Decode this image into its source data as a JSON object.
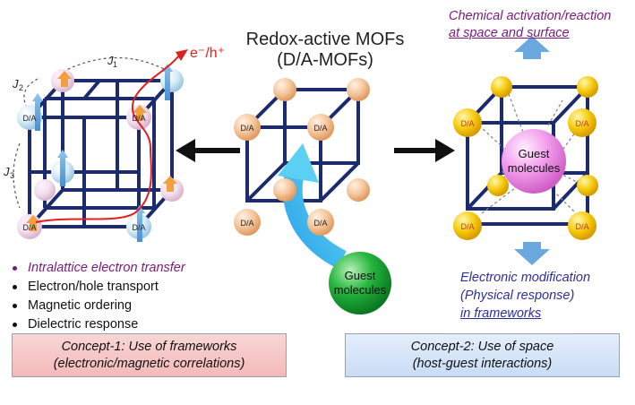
{
  "title": {
    "line1": "Redox-active MOFs",
    "line2": "(D/A-MOFs)"
  },
  "top_right": {
    "line1": "Chemical activation/reaction",
    "line2": "at space and surface"
  },
  "left_labels": {
    "e_h": "e⁻/h⁺",
    "j1": "J",
    "j1_sub": "1",
    "j2": "J",
    "j2_sub": "2",
    "j3": "J",
    "j3_sub": "3",
    "da": "D/A"
  },
  "center_node_label": "D/A",
  "guest_center": {
    "line1": "Guest",
    "line2": "molecules"
  },
  "guest_right": {
    "line1": "Guest",
    "line2": "molecules"
  },
  "bullets": [
    "Intralattice electron transfer",
    "Electron/hole transport",
    "Magnetic ordering",
    "Dielectric response"
  ],
  "right_text": {
    "line1": "Electronic modification",
    "line2": "(Physical response)",
    "line3": "in frameworks"
  },
  "concept1": {
    "line1": "Concept-1: Use of frameworks",
    "line2": "(electronic/magnetic correlations)"
  },
  "concept2": {
    "line1": "Concept-2: Use of space",
    "line2": "(host-guest interactions)"
  },
  "colors": {
    "frame": "#1c2a6e",
    "node_center": "#f2b98a",
    "node_right": "#f5c400",
    "guest_center": "#1aa63a",
    "guest_right": "#f08ae8",
    "spin_blue": "#5b9bd5",
    "spin_orange": "#f0a040",
    "red_path": "#e02020"
  }
}
